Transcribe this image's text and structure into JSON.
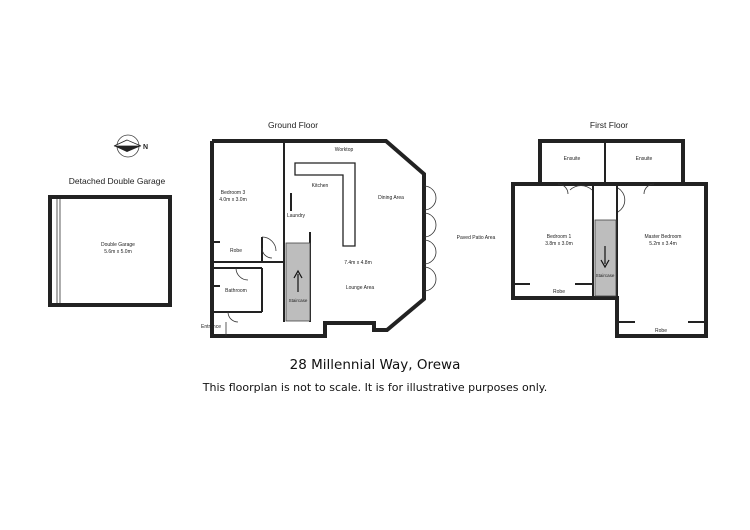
{
  "compass": {
    "label": "N"
  },
  "headings": {
    "garage": "Detached Double Garage",
    "ground": "Ground Floor",
    "first": "First Floor"
  },
  "garage": {
    "name": "Double Garage",
    "dims": "5.6m x 5.0m"
  },
  "ground": {
    "bedroom3": {
      "name": "Bedroom 3",
      "dims": "4.0m x 3.0m"
    },
    "robe": "Robe",
    "bathroom": "Bathroom",
    "entrance": "Entrance",
    "laundry": "Laundry",
    "kitchen": "Kitchen",
    "worktop": "Worktop",
    "dining": "Dining Area",
    "living_dims": "7.4m x 4.8m",
    "lounge": "Lounge Area",
    "staircase": "Staircase",
    "patio": "Paved Patio Area"
  },
  "first": {
    "ensuite1": "Ensuite",
    "ensuite2": "Ensuite",
    "bedroom1": {
      "name": "Bedroom 1",
      "dims": "3.8m x 3.0m"
    },
    "master": {
      "name": "Master Bedroom",
      "dims": "5.2m x 3.4m"
    },
    "staircase": "Staircase",
    "robe1": "Robe",
    "robe2": "Robe"
  },
  "footer": {
    "address": "28 Millennial Way, Orewa",
    "disclaimer": "This floorplan is not to scale.  It is for illustrative purposes only."
  }
}
